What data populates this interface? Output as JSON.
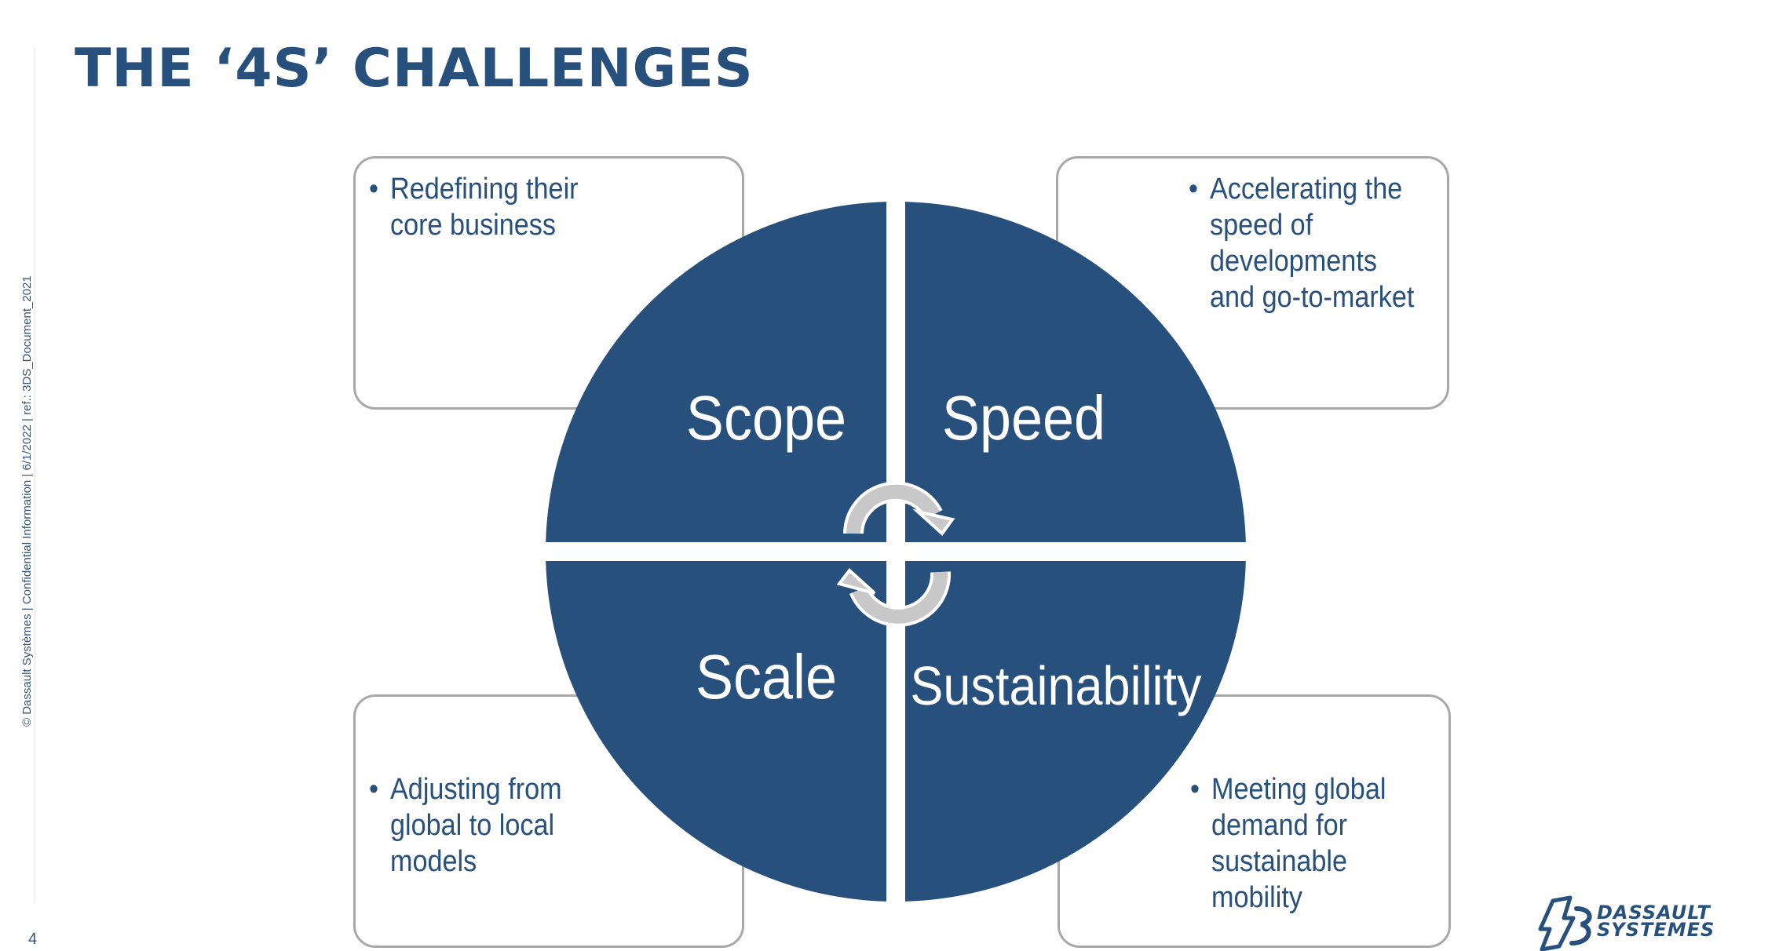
{
  "slide": {
    "title": "THE ‘4S’ CHALLENGES",
    "side_info": "© Dassault Systèmes | Confidential Information |   6/1/2022   | ref.: 3DS_Document_2021",
    "page_number": "4"
  },
  "quadrants": {
    "scope": {
      "label": "Scope",
      "bullet": "Redefining their\ncore business"
    },
    "speed": {
      "label": "Speed",
      "bullet": "Accelerating the\nspeed of\ndevelopments\nand go-to-market"
    },
    "scale": {
      "label": "Scale",
      "bullet": "Adjusting from\nglobal to local\nmodels"
    },
    "sustainability": {
      "label": "Sustainability",
      "bullet": "Meeting global\ndemand for\nsustainable\nmobility"
    }
  },
  "bullet_symbol": "•",
  "logo": {
    "line1": "DASSAULT",
    "line2": "SYSTEMES"
  },
  "colors": {
    "circle_fill": "#27507d",
    "title": "#27507d",
    "box_border": "#a8a8a8",
    "cycle_arrows": "#c8c8c8"
  },
  "icons": {
    "center": "cycle-arrows-icon",
    "logo": "3ds-logo-mark"
  }
}
